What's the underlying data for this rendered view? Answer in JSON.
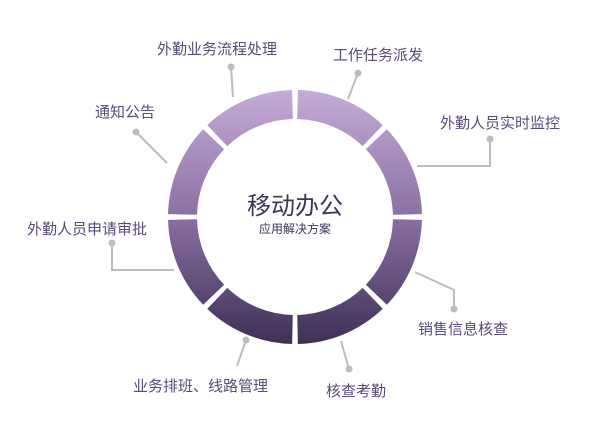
{
  "center": {
    "title": "移动办公",
    "subtitle": "应用解决方案"
  },
  "items": [
    {
      "label": "工作任务派发"
    },
    {
      "label": "外勤人员实时监控"
    },
    {
      "label": "销售信息核查"
    },
    {
      "label": "核查考勤"
    },
    {
      "label": "业务排班、线路管理"
    },
    {
      "label": "外勤人员申请审批"
    },
    {
      "label": "通知公告"
    },
    {
      "label": "外勤业务流程处理"
    }
  ],
  "colors": {
    "ring_top": "#c4a8d6",
    "ring_bottom": "#3f3358",
    "connector": "#bdbdbd",
    "label_text": "#5a4a78"
  }
}
